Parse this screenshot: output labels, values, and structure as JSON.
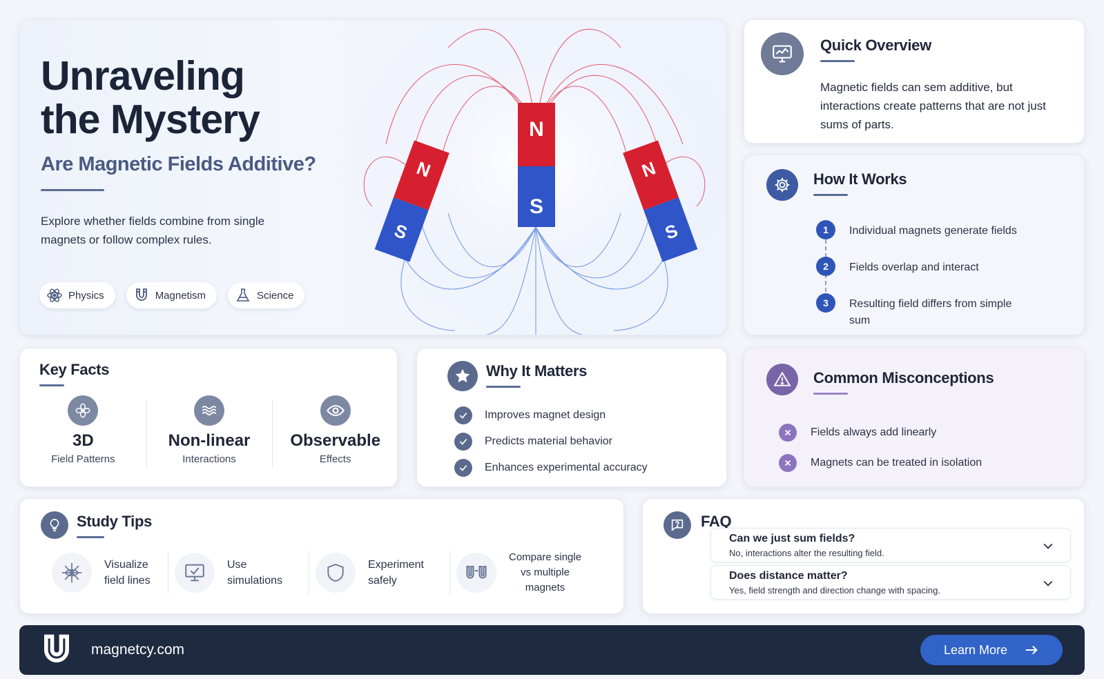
{
  "hero": {
    "title_line1": "Unraveling",
    "title_line2": "the Mystery",
    "subtitle": "Are Magnetic Fields Additive?",
    "description": "Explore whether fields combine from single magnets or follow complex rules.",
    "chips": [
      {
        "label": "Physics",
        "icon": "atom-icon"
      },
      {
        "label": "Magnetism",
        "icon": "magnet-icon"
      },
      {
        "label": "Science",
        "icon": "flask-icon"
      }
    ],
    "magnets": [
      {
        "north": "N",
        "south": "S"
      },
      {
        "north": "N",
        "south": "S"
      },
      {
        "north": "N",
        "south": "S"
      }
    ],
    "colors": {
      "north": "#d6202f",
      "south": "#2f55c8"
    }
  },
  "overview": {
    "title": "Quick Overview",
    "body": "Magnetic fields can sem additive, but interactions create patterns that are not just sums of parts.",
    "icon": "monitor-chart-icon"
  },
  "how": {
    "title": "How It Works",
    "icon": "gear-icon",
    "steps": [
      {
        "num": "1",
        "text": "Individual magnets generate fields"
      },
      {
        "num": "2",
        "text": "Fields overlap and interact"
      },
      {
        "num": "3",
        "text": "Resulting field differs from simple sum"
      }
    ]
  },
  "facts": {
    "title": "Key Facts",
    "items": [
      {
        "value": "3D",
        "label": "Field Patterns",
        "icon": "field-pattern-icon"
      },
      {
        "value": "Non-linear",
        "label": "Interactions",
        "icon": "waves-icon"
      },
      {
        "value": "Observable",
        "label": "Effects",
        "icon": "eye-icon"
      }
    ]
  },
  "why": {
    "title": "Why It Matters",
    "icon": "star-icon",
    "items": [
      "Improves magnet design",
      "Predicts material behavior",
      "Enhances experimental accuracy"
    ]
  },
  "misconceptions": {
    "title": "Common Misconceptions",
    "icon": "warning-icon",
    "items": [
      "Fields always add linearly",
      "Magnets can be treated in isolation"
    ]
  },
  "tips": {
    "title": "Study Tips",
    "icon": "lightbulb-icon",
    "items": [
      {
        "line1": "Visualize",
        "line2": "field lines",
        "icon": "field-lines-icon"
      },
      {
        "line1": "Use",
        "line2": "simulations",
        "icon": "monitor-icon"
      },
      {
        "line1": "Experiment",
        "line2": "safely",
        "icon": "shield-icon"
      },
      {
        "line1": "Compare single",
        "line2": "vs multiple",
        "line3": "magnets",
        "icon": "compare-magnets-icon"
      }
    ]
  },
  "faq": {
    "title": "FAQ",
    "icon": "question-icon",
    "items": [
      {
        "q": "Can we just sum fields?",
        "a": "No, interactions alter the resulting field."
      },
      {
        "q": "Does distance matter?",
        "a": "Yes, field strength and direction change with spacing."
      }
    ]
  },
  "footer": {
    "site": "magnetcy.com",
    "cta": "Learn More",
    "logo": "magnet-logo-icon"
  }
}
